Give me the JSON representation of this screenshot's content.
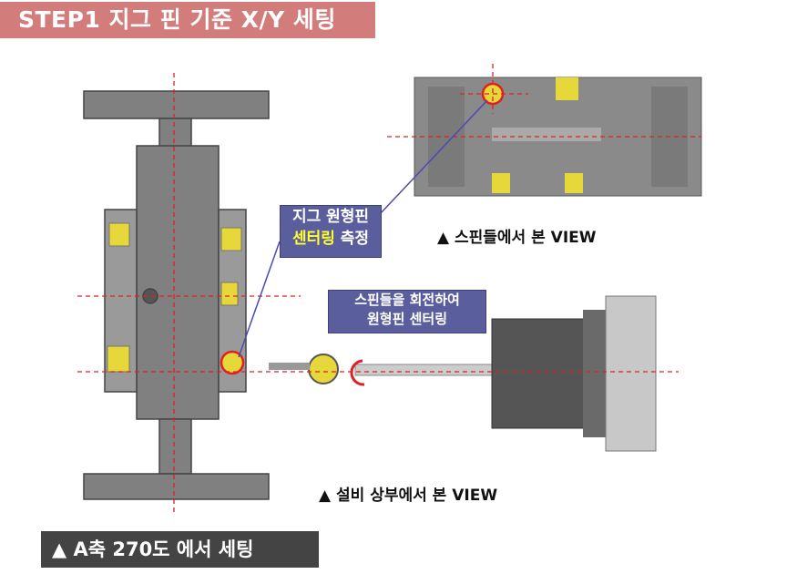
{
  "title": "STEP1  지그 핀 기준 X/Y 세팅",
  "callout_jig_pin": {
    "line1": "지그 원형핀",
    "line2_highlight": "센터링",
    "line2_rest": " 측정"
  },
  "callout_spindle": {
    "line1": "스핀들을 회전하여",
    "line2": "원형핀 센터링"
  },
  "label_spindle_view": "▲ 스핀들에서 본 VIEW",
  "label_top_view": "▲ 설비 상부에서 본 VIEW",
  "label_a_axis": "▲ A축 270도 에서 세팅",
  "colors": {
    "title_bg": "#d27c7c",
    "callout_bg": "#5b5e9c",
    "highlight": "#ffff30",
    "guide": "#e02020"
  }
}
